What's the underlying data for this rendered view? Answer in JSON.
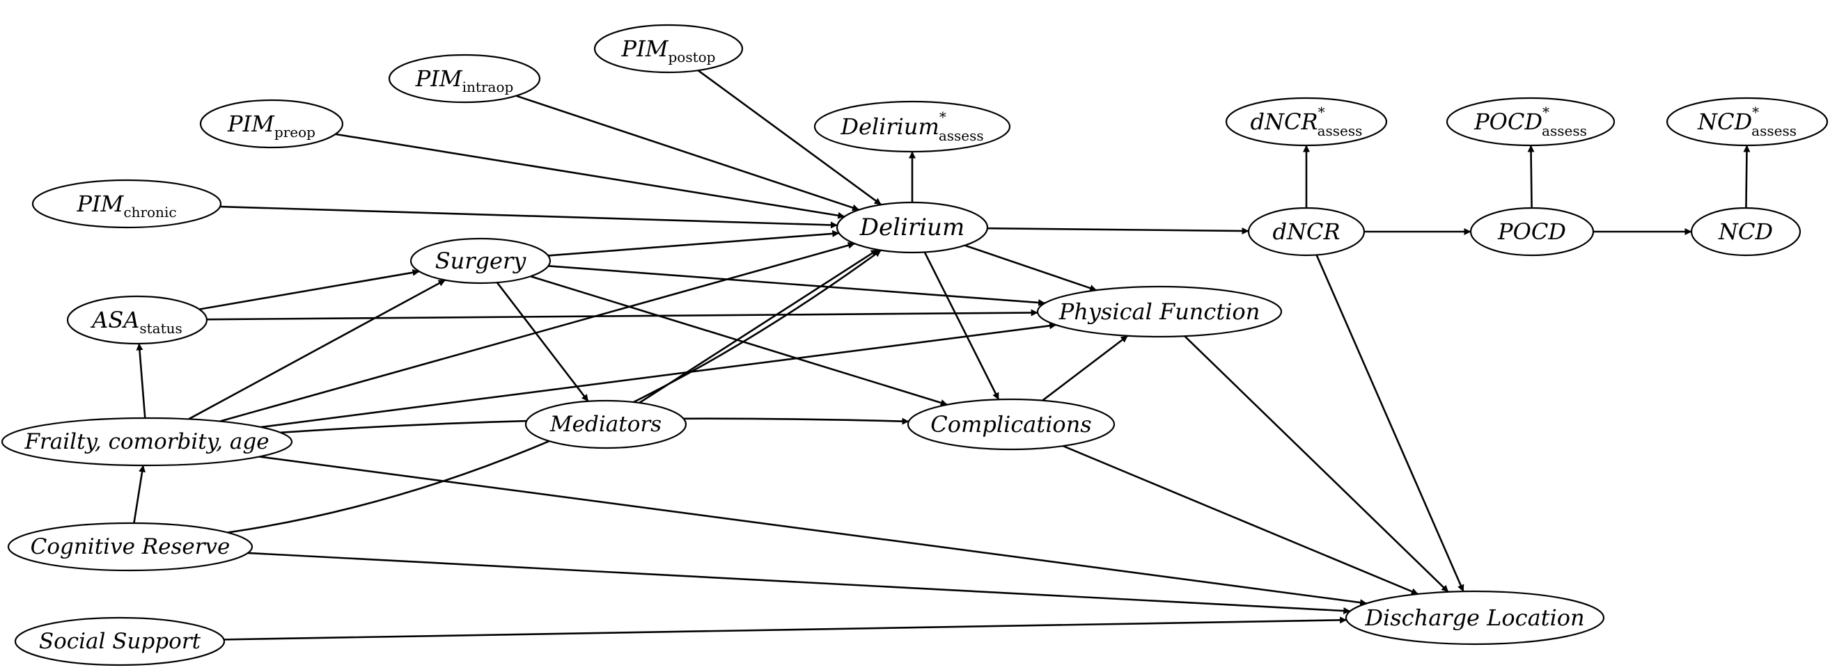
{
  "colors": {
    "stroke": "#000000",
    "background": "#ffffff"
  },
  "nodes": [
    {
      "id": "pim_postop",
      "main": "PIM",
      "sub": "postop",
      "sup": ""
    },
    {
      "id": "pim_intraop",
      "main": "PIM",
      "sub": "intraop",
      "sup": ""
    },
    {
      "id": "pim_preop",
      "main": "PIM",
      "sub": "preop",
      "sup": ""
    },
    {
      "id": "pim_chronic",
      "main": "PIM",
      "sub": "chronic",
      "sup": ""
    },
    {
      "id": "delirium_assess",
      "main": "Delirium",
      "sub": "assess",
      "sup": "*"
    },
    {
      "id": "delirium",
      "main": "Delirium",
      "sub": "",
      "sup": ""
    },
    {
      "id": "surgery",
      "main": "Surgery",
      "sub": "",
      "sup": ""
    },
    {
      "id": "asa_status",
      "main": "ASA",
      "sub": "status",
      "sup": ""
    },
    {
      "id": "frailty",
      "main": "Frailty, comorbity, age",
      "sub": "",
      "sup": ""
    },
    {
      "id": "mediators",
      "main": "Mediators",
      "sub": "",
      "sup": ""
    },
    {
      "id": "complications",
      "main": "Complications",
      "sub": "",
      "sup": ""
    },
    {
      "id": "physical_function",
      "main": "Physical Function",
      "sub": "",
      "sup": ""
    },
    {
      "id": "cognitive_reserve",
      "main": "Cognitive Reserve",
      "sub": "",
      "sup": ""
    },
    {
      "id": "social_support",
      "main": "Social Support",
      "sub": "",
      "sup": ""
    },
    {
      "id": "discharge_location",
      "main": "Discharge Location",
      "sub": "",
      "sup": ""
    },
    {
      "id": "dncr_assess",
      "main": "dNCR",
      "sub": "assess",
      "sup": "*"
    },
    {
      "id": "pocd_assess",
      "main": "POCD",
      "sub": "assess",
      "sup": "*"
    },
    {
      "id": "ncd_assess",
      "main": "NCD",
      "sub": "assess",
      "sup": "*"
    },
    {
      "id": "dncr",
      "main": "dNCR",
      "sub": "",
      "sup": ""
    },
    {
      "id": "pocd",
      "main": "POCD",
      "sub": "",
      "sup": ""
    },
    {
      "id": "ncd",
      "main": "NCD",
      "sub": "",
      "sup": ""
    }
  ],
  "edges": [
    {
      "from": "pim_postop",
      "to": "delirium"
    },
    {
      "from": "pim_intraop",
      "to": "delirium"
    },
    {
      "from": "pim_preop",
      "to": "delirium"
    },
    {
      "from": "pim_chronic",
      "to": "delirium"
    },
    {
      "from": "delirium",
      "to": "delirium_assess"
    },
    {
      "from": "surgery",
      "to": "delirium"
    },
    {
      "from": "surgery",
      "to": "physical_function"
    },
    {
      "from": "surgery",
      "to": "mediators"
    },
    {
      "from": "surgery",
      "to": "complications"
    },
    {
      "from": "asa_status",
      "to": "surgery"
    },
    {
      "from": "asa_status",
      "to": "physical_function"
    },
    {
      "from": "frailty",
      "to": "asa_status"
    },
    {
      "from": "frailty",
      "to": "surgery"
    },
    {
      "from": "frailty",
      "to": "delirium"
    },
    {
      "from": "frailty",
      "to": "physical_function"
    },
    {
      "from": "frailty",
      "to": "complications"
    },
    {
      "from": "frailty",
      "to": "discharge_location"
    },
    {
      "from": "mediators",
      "to": "delirium"
    },
    {
      "from": "cognitive_reserve",
      "to": "frailty"
    },
    {
      "from": "cognitive_reserve",
      "to": "delirium"
    },
    {
      "from": "cognitive_reserve",
      "to": "discharge_location"
    },
    {
      "from": "social_support",
      "to": "discharge_location"
    },
    {
      "from": "delirium",
      "to": "physical_function"
    },
    {
      "from": "delirium",
      "to": "complications"
    },
    {
      "from": "delirium",
      "to": "dncr"
    },
    {
      "from": "complications",
      "to": "physical_function"
    },
    {
      "from": "complications",
      "to": "discharge_location"
    },
    {
      "from": "physical_function",
      "to": "discharge_location"
    },
    {
      "from": "dncr",
      "to": "dncr_assess"
    },
    {
      "from": "dncr",
      "to": "pocd"
    },
    {
      "from": "dncr",
      "to": "discharge_location"
    },
    {
      "from": "pocd",
      "to": "pocd_assess"
    },
    {
      "from": "pocd",
      "to": "ncd"
    },
    {
      "from": "ncd",
      "to": "ncd_assess"
    }
  ]
}
